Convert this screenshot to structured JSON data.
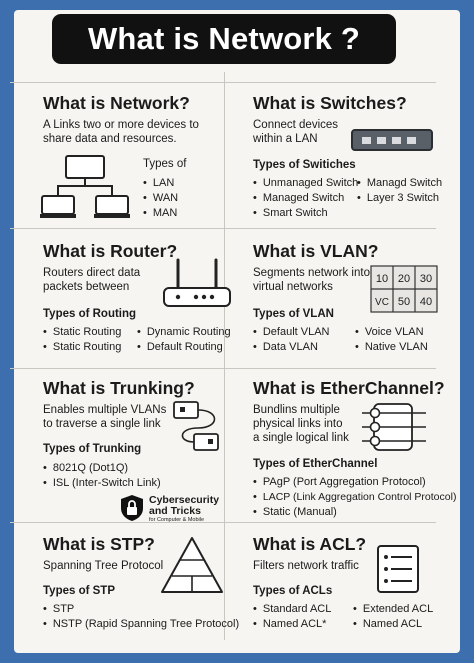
{
  "title": "What is Network ?",
  "network": {
    "heading": "What is Network?",
    "desc": [
      "A Links two or more devices to",
      "share data and resources."
    ],
    "types_label": "Types of",
    "types": [
      "LAN",
      "WAN",
      "MAN"
    ]
  },
  "switches": {
    "heading": "What is Switches?",
    "desc": [
      "Connect devices",
      "within a LAN"
    ],
    "types_label": "Types of Switiches",
    "types_left": [
      "Unmanaged Switch",
      "Managed Switch",
      "Smart Switch"
    ],
    "types_right": [
      "Managd Switch",
      "Layer 3 Switch"
    ]
  },
  "router": {
    "heading": "What is Router?",
    "desc": [
      "Routers direct data",
      "packets between"
    ],
    "types_label": "Types of Routing",
    "types_left": [
      "Static Routing",
      "Static Routing"
    ],
    "types_right": [
      "Dynamic Routing",
      "Default Routing"
    ]
  },
  "vlan": {
    "heading": "What is VLAN?",
    "desc": [
      "Segments network into",
      "virtual networks"
    ],
    "grid": [
      "10",
      "20",
      "30",
      "VC",
      "50",
      "40"
    ],
    "types_label": "Types of VLAN",
    "types_left": [
      "Default VLAN",
      "Data VLAN"
    ],
    "types_right": [
      "Voice VLAN",
      "Native VLAN"
    ]
  },
  "trunking": {
    "heading": "What is Trunking?",
    "desc": [
      "Enables multiple VLANs",
      "to traverse a single link"
    ],
    "types_label": "Types of Trunking",
    "types": [
      "8021Q (Dot1Q)",
      "ISL (Inter-Switch Link)"
    ]
  },
  "etherchannel": {
    "heading": "What is EtherChannel?",
    "desc": [
      "Bundlins multiple",
      "physical links into",
      "a single logical link"
    ],
    "types_label": "Types of EtherChannel",
    "types": [
      "PAgP (Port Aggregation Protocol)",
      "LACP (Link Aggregation Control Protocol)",
      "Static (Manual)"
    ]
  },
  "logo": {
    "line1": "Cybersecurity",
    "line2": "and Tricks",
    "line3": "for Computer & Mobile"
  },
  "stp": {
    "heading": "What is STP?",
    "desc": [
      "Spanning Tree Protocol"
    ],
    "types_label": "Types of STP",
    "types": [
      "STP",
      "NSTP (Rapid Spanning Tree Protocol)"
    ]
  },
  "acl": {
    "heading": "What is ACL?",
    "desc": [
      "Filters network traffic"
    ],
    "types_label": "Types of ACLs",
    "types_left": [
      "Standard ACL",
      "Named ACL*"
    ],
    "types_right": [
      "Extended ACL",
      "Named ACL"
    ]
  },
  "colors": {
    "background": "#3d6fae",
    "sheet": "#f6f5f1",
    "title_bar": "#111111"
  }
}
